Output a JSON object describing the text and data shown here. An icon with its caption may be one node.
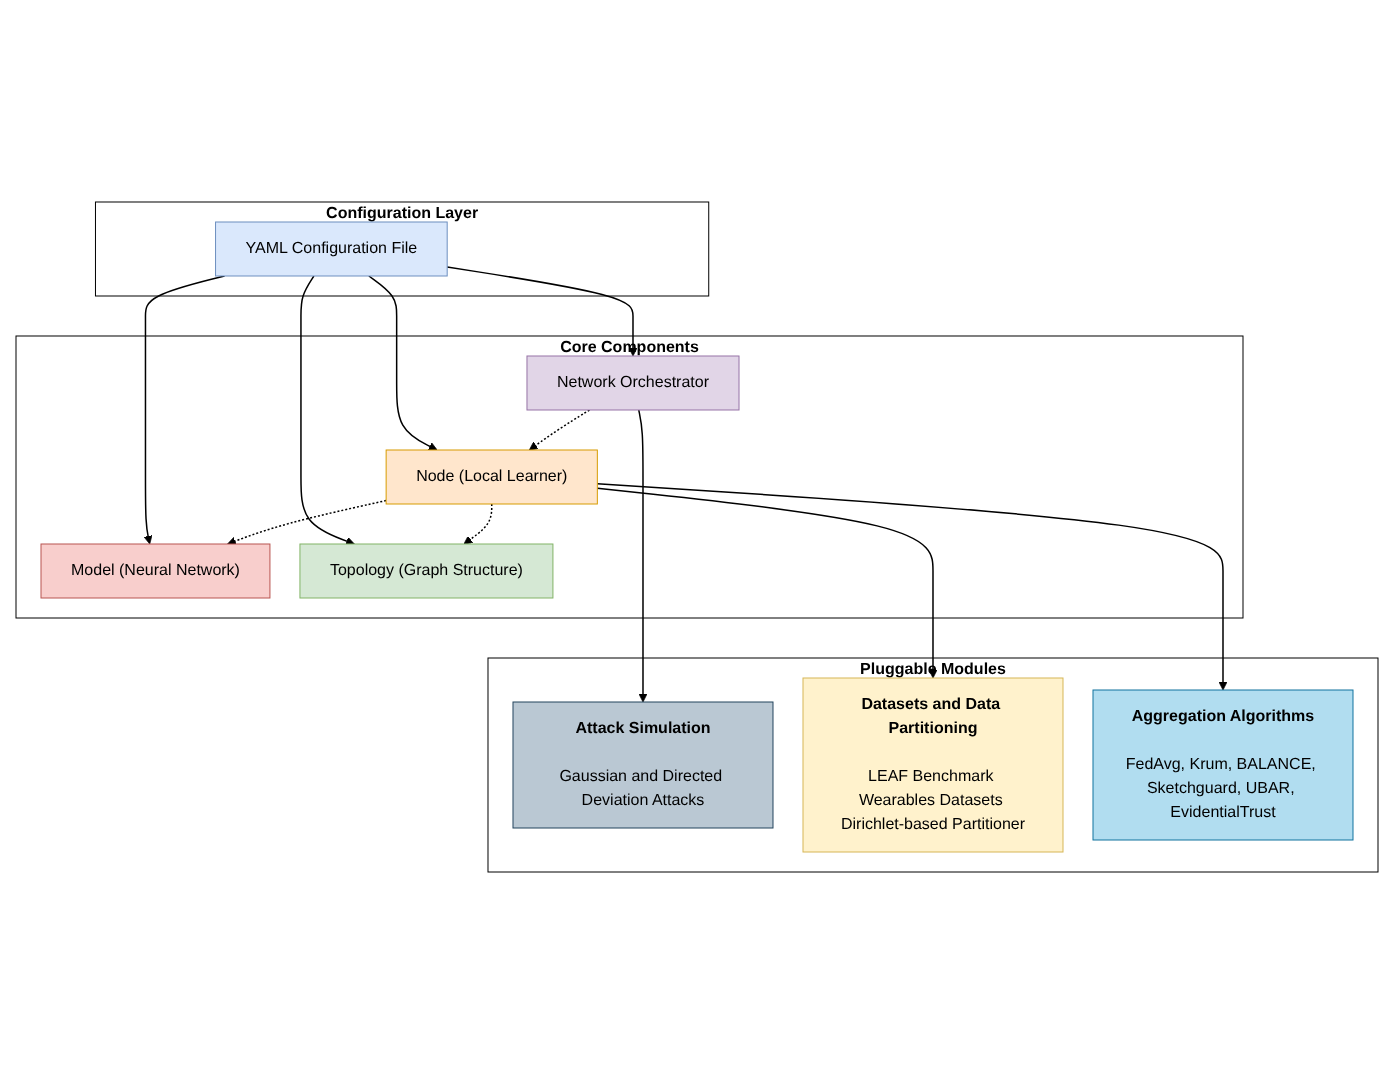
{
  "diagram": {
    "nodes": [
      {
        "text": [
          "Configuration Layer"
        ]
      },
      {
        "text": [
          "YAML Configuration File"
        ],
        "in": 0
      },
      {
        "text": [
          "Core Components"
        ]
      },
      {
        "text": [
          "Network Orchestrator"
        ],
        "in": 2
      },
      {
        "text": [
          "Node (Local Learner)"
        ],
        "in": 2
      },
      {
        "text": [
          "Model (Neural Network)"
        ],
        "in": 2
      },
      {
        "text": [
          "Topology (Graph Structure)"
        ],
        "in": 2
      },
      {
        "text": [
          "Pluggable Modules"
        ]
      },
      {
        "text": [
          "Attack Simulation",
          "Gaussian and Directed Deviation Attacks"
        ],
        "in": 7
      },
      {
        "text": [
          "Datasets and Data Partitioning",
          "LEAF Benchmark Wearables Datasets Dirichlet-based Partitioner"
        ],
        "in": 7
      },
      {
        "text": [
          "Aggregation Algorithms",
          "FedAvg, Krum, BALANCE, Sketchguard, UBAR, EvidentialTrust"
        ],
        "in": 7
      }
    ],
    "edges": [
      {
        "from": 1,
        "to": 3,
        "arrow": "to"
      },
      {
        "from": 1,
        "to": 4,
        "arrow": "to"
      },
      {
        "from": 1,
        "to": 5,
        "arrow": "to"
      },
      {
        "from": 1,
        "to": 6,
        "arrow": "to"
      },
      {
        "from": 3,
        "to": 4,
        "arrow": "to",
        "style": "dashed"
      },
      {
        "from": 4,
        "to": 5,
        "arrow": "to",
        "style": "dashed"
      },
      {
        "from": 4,
        "to": 6,
        "arrow": "to",
        "style": "dashed"
      },
      {
        "from": 3,
        "to": 8,
        "arrow": "to"
      },
      {
        "from": 4,
        "to": 9,
        "arrow": "to"
      },
      {
        "from": 4,
        "to": 10,
        "arrow": "to"
      }
    ]
  }
}
